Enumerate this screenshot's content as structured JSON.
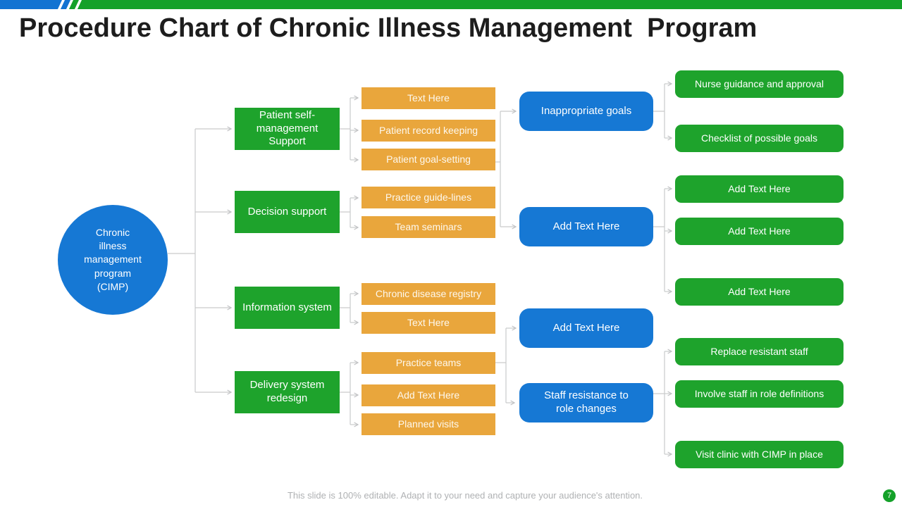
{
  "header": {
    "title": "Procedure Chart of Chronic Illness Management  Program"
  },
  "colors": {
    "green": "#1EA32C",
    "blue": "#1678D4",
    "orange": "#E9A63C",
    "bar_blue": "#1273D2",
    "bar_green": "#14A129",
    "connector_gray": "#C9CACB"
  },
  "nodes": {
    "root": "Chronic\nillness\nmanagement\nprogram\n(CIMP)",
    "l1": [
      "Patient self-\nmanagement\nSupport",
      "Decision support",
      "Information system",
      "Delivery system\nredesign"
    ],
    "l2": [
      "Text Here",
      "Patient record keeping",
      "Patient goal-setting",
      "Practice guide-lines",
      "Team seminars",
      "Chronic disease registry",
      "Text Here",
      "Practice teams",
      "Add Text Here",
      "Planned visits"
    ],
    "l3": [
      "Inappropriate goals",
      "Add Text Here",
      "Add Text Here",
      "Staff resistance to\nrole changes"
    ],
    "l4": [
      "Nurse guidance and approval",
      "Checklist of possible goals",
      "Add Text Here",
      "Add Text Here",
      "Add Text Here",
      "Replace resistant staff",
      "Involve staff in role definitions",
      "Visit clinic with CIMP in place"
    ]
  },
  "footer": {
    "note": "This slide is 100% editable. Adapt it to your need and capture your audience's attention.",
    "page": "7"
  }
}
